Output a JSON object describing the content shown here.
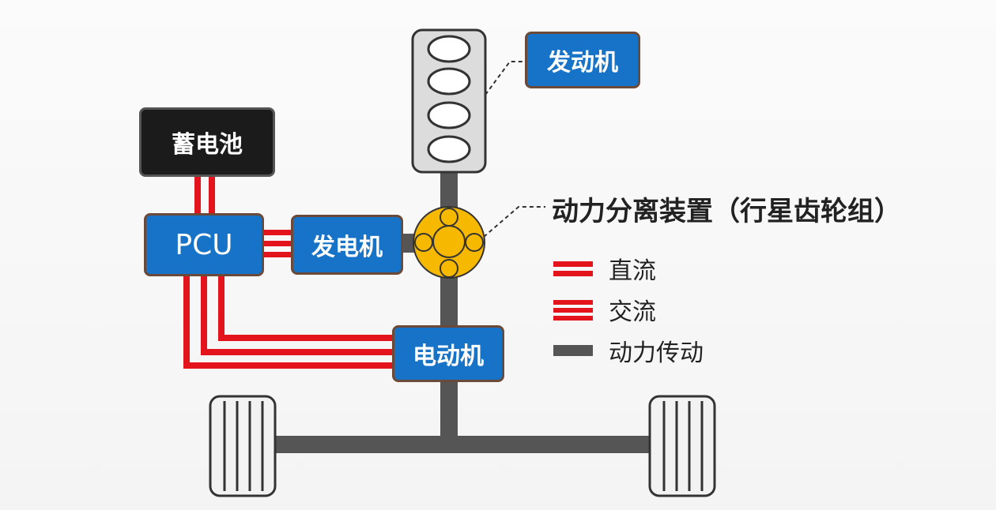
{
  "nodes": {
    "engine": "发动机",
    "battery": "蓄电池",
    "pcu": "PCU",
    "generator": "发电机",
    "motor": "电动机"
  },
  "callout": {
    "power_split_device": "动力分离装置（行星齿轮组）"
  },
  "legend": {
    "dc": "直流",
    "ac": "交流",
    "power_transmission": "动力传动"
  },
  "colors": {
    "box_blue": "#1673c7",
    "box_dark": "#1b1b1b",
    "current_red": "#e4141c",
    "shaft_gray": "#555555",
    "gear_yellow": "#f7b800"
  }
}
